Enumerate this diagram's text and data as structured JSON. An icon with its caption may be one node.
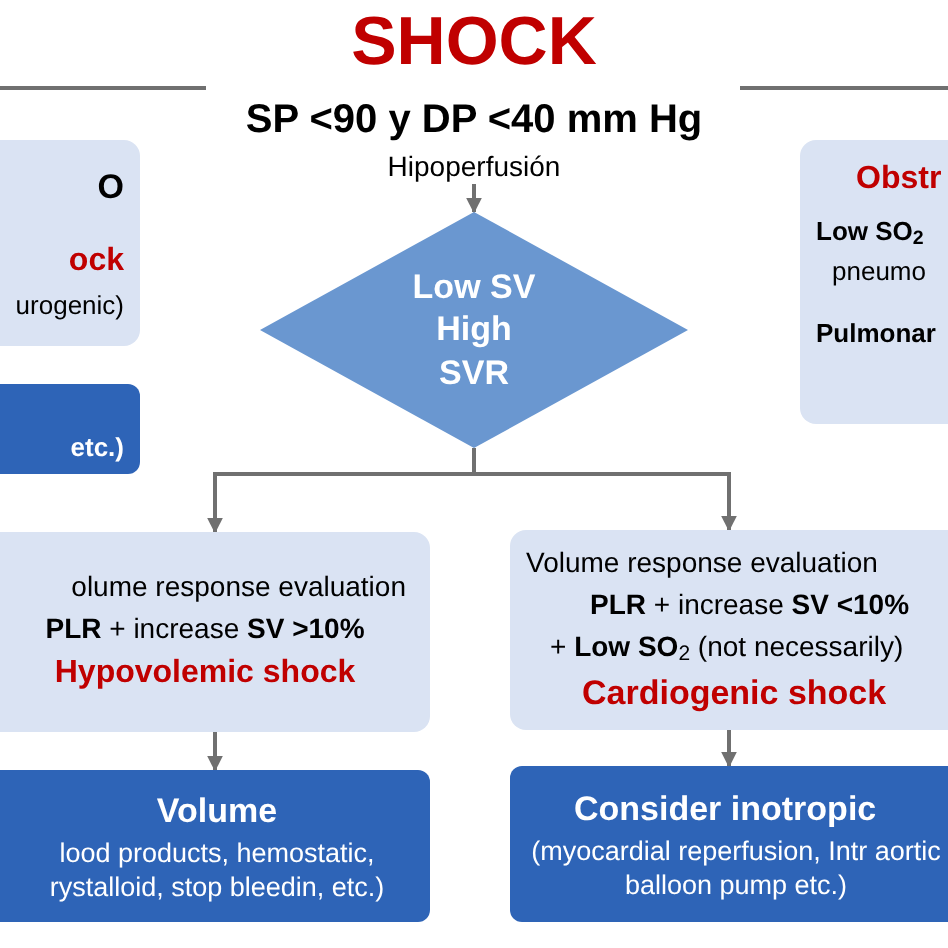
{
  "diagram": {
    "title": "SHOCK",
    "nodes": [
      {
        "text": [
          "O",
          "ock",
          "urogenic)"
        ]
      },
      {
        "text": [
          "etc.)"
        ]
      },
      {
        "text": [
          "Hipoperfusión"
        ]
      },
      {
        "text": [
          "Low SV High SVR"
        ]
      },
      {
        "text": [
          "Obstr",
          "Low SO$_{2}$",
          "pneumo",
          "Pulmonar"
        ]
      },
      {
        "text": [
          "olume response evaluation",
          "**PLR** + increase **SV >10%**",
          "Hypovolemic shock"
        ]
      },
      {
        "text": [
          "Volume response evaluation",
          "**PLR** + increase **SV <10%**",
          "+ **Low SO**$_{2}$ (not necessarily)",
          "Cardiogenic shock"
        ]
      },
      {
        "text": [
          "Volume",
          "lood products, hemostatic, rystalloid, stop bleedin, etc.)"
        ]
      },
      {
        "text": [
          "Consider inotropic",
          "(myocardial reperfusion, Intr aortic balloon pump etc.)"
        ]
      }
    ],
    "edges": [
      {
        "from": 2,
        "to": 3,
        "arrow": "to"
      },
      {
        "from": 3,
        "to": 5,
        "arrow": "to"
      },
      {
        "from": 3,
        "to": 6,
        "arrow": "to"
      },
      {
        "from": 5,
        "to": 7,
        "arrow": "to"
      },
      {
        "from": 6,
        "to": 8,
        "arrow": "to"
      }
    ],
    "labels": [
      "SP <90 y DP <40 mm Hg"
    ]
  }
}
